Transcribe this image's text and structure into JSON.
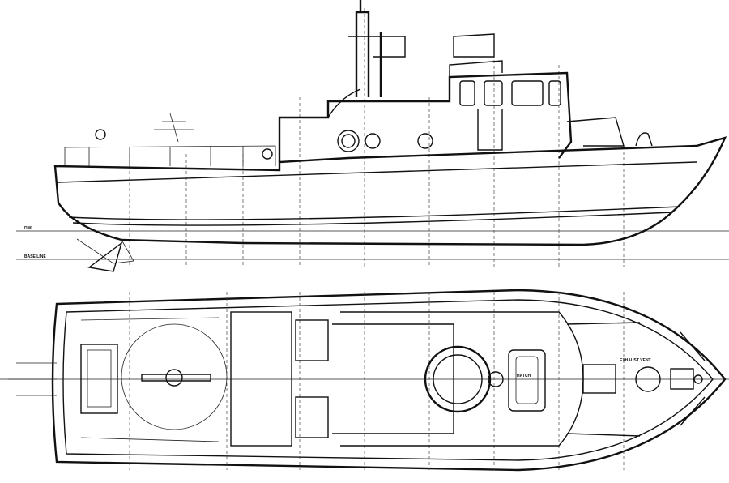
{
  "drawing": {
    "profile_view": "side-elevation",
    "plan_view": "deck-plan",
    "labels": {
      "exhaust_vent": "EXHAUST VENT",
      "hatch": "HATCH",
      "dwl": "DWL",
      "base_line": "BASE LINE"
    },
    "ink_color": "#111111",
    "paper_color": "#ffffff"
  }
}
